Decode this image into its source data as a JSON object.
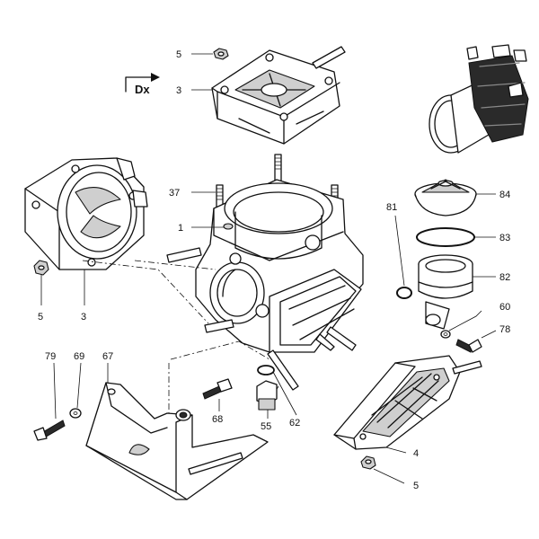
{
  "diagram": {
    "direction_marker": "Dx",
    "labels": {
      "p5_top": "5",
      "p3_top": "3",
      "p37": "37",
      "p1": "1",
      "p5_left": "5",
      "p3_left": "3",
      "p81": "81",
      "p84": "84",
      "p83": "83",
      "p82": "82",
      "p60": "60",
      "p78": "78",
      "p79": "79",
      "p69": "69",
      "p67": "67",
      "p68": "68",
      "p55": "55",
      "p62": "62",
      "p4": "4",
      "p5_bottom": "5"
    }
  }
}
